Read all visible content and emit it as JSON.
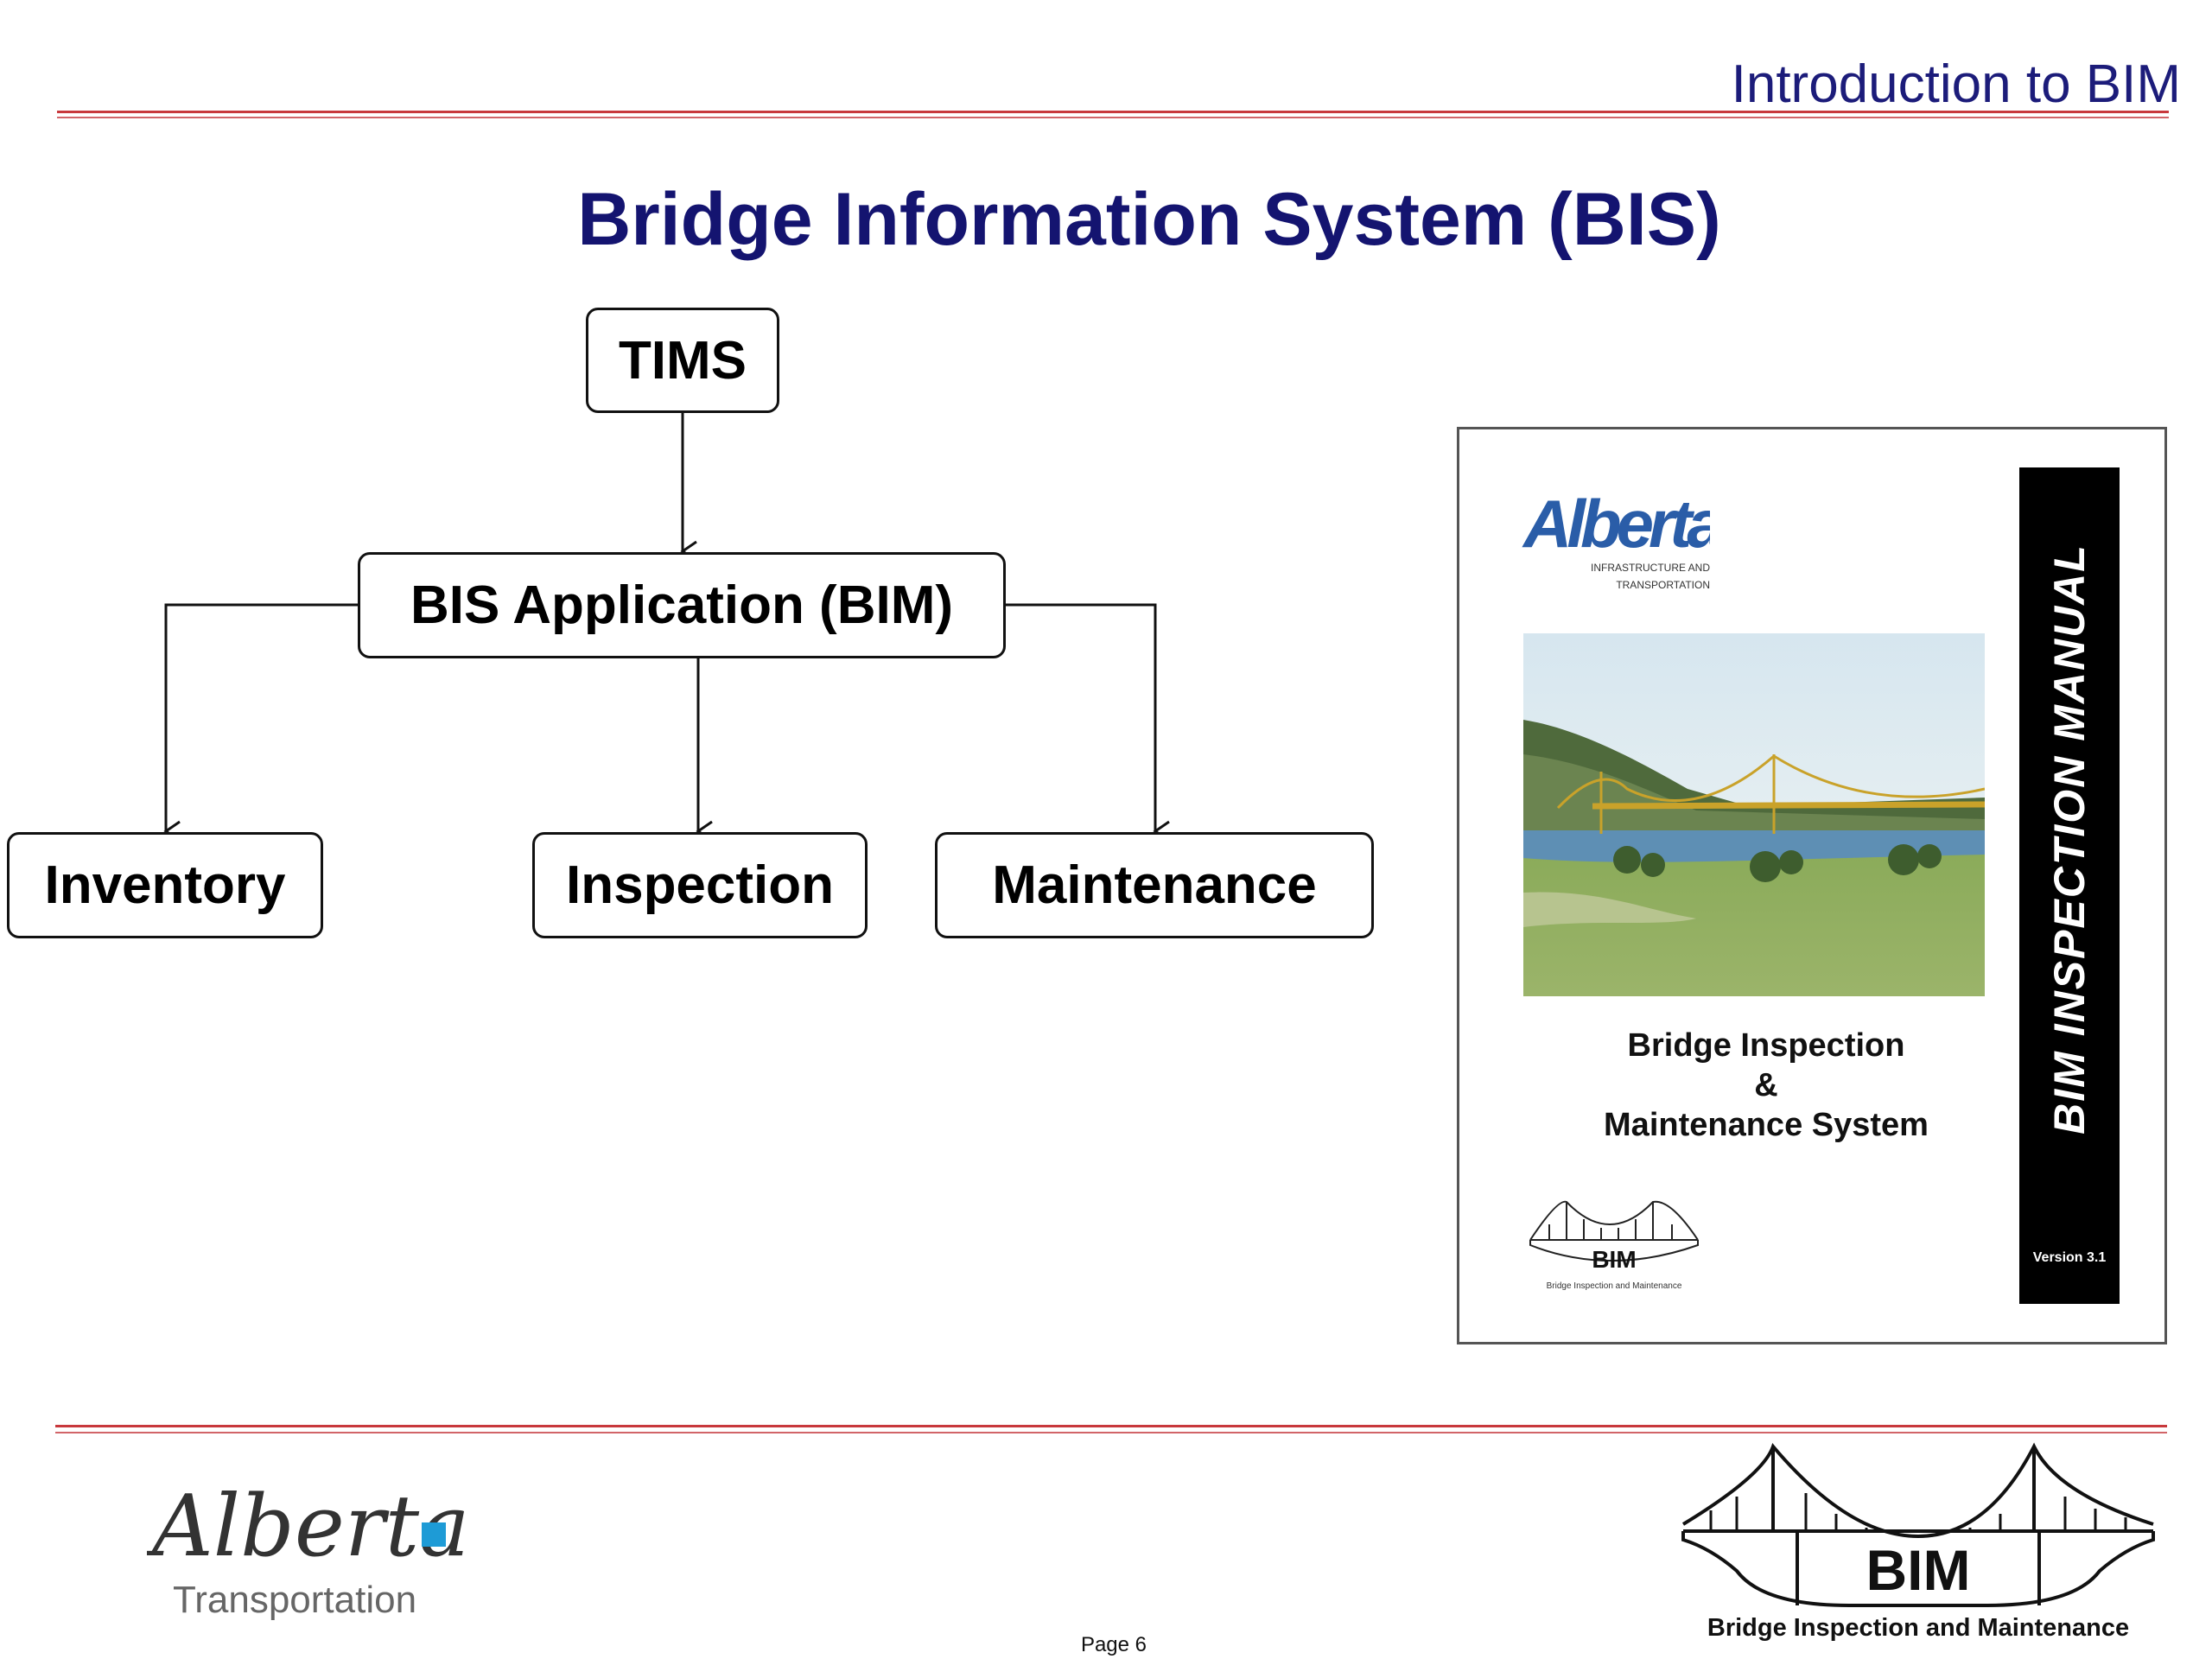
{
  "header": {
    "section_title": "Introduction to BIM",
    "rule_color": "#c8383c"
  },
  "slide": {
    "title": "Bridge Information System (BIS)",
    "title_color": "#141470"
  },
  "diagram": {
    "nodes": {
      "tims": "TIMS",
      "bis_application": "BIS Application (BIM)",
      "inventory": "Inventory",
      "inspection": "Inspection",
      "maintenance": "Maintenance"
    },
    "edges": [
      [
        "TIMS",
        "BIS Application (BIM)"
      ],
      [
        "BIS Application (BIM)",
        "Inventory"
      ],
      [
        "BIS Application (BIM)",
        "Inspection"
      ],
      [
        "BIS Application (BIM)",
        "Maintenance"
      ]
    ]
  },
  "manual_cover": {
    "logo_text": "Alberta",
    "logo_subtitle": "INFRASTRUCTURE AND TRANSPORTATION",
    "title_line1": "Bridge Inspection",
    "title_line2": "&",
    "title_line3": "Maintenance System",
    "spine_text": "BIM INSPECTION MANUAL",
    "version": "Version 3.1",
    "bim_logo_text": "BIM",
    "bim_logo_caption": "Bridge Inspection and Maintenance"
  },
  "footer": {
    "alberta_logo_text": "Alberta",
    "alberta_logo_subtitle": "Transportation",
    "page_label": "Page 6",
    "bim_logo_text": "BIM",
    "bim_logo_caption": "Bridge Inspection and Maintenance",
    "accent_color": "#1e9bd6"
  }
}
